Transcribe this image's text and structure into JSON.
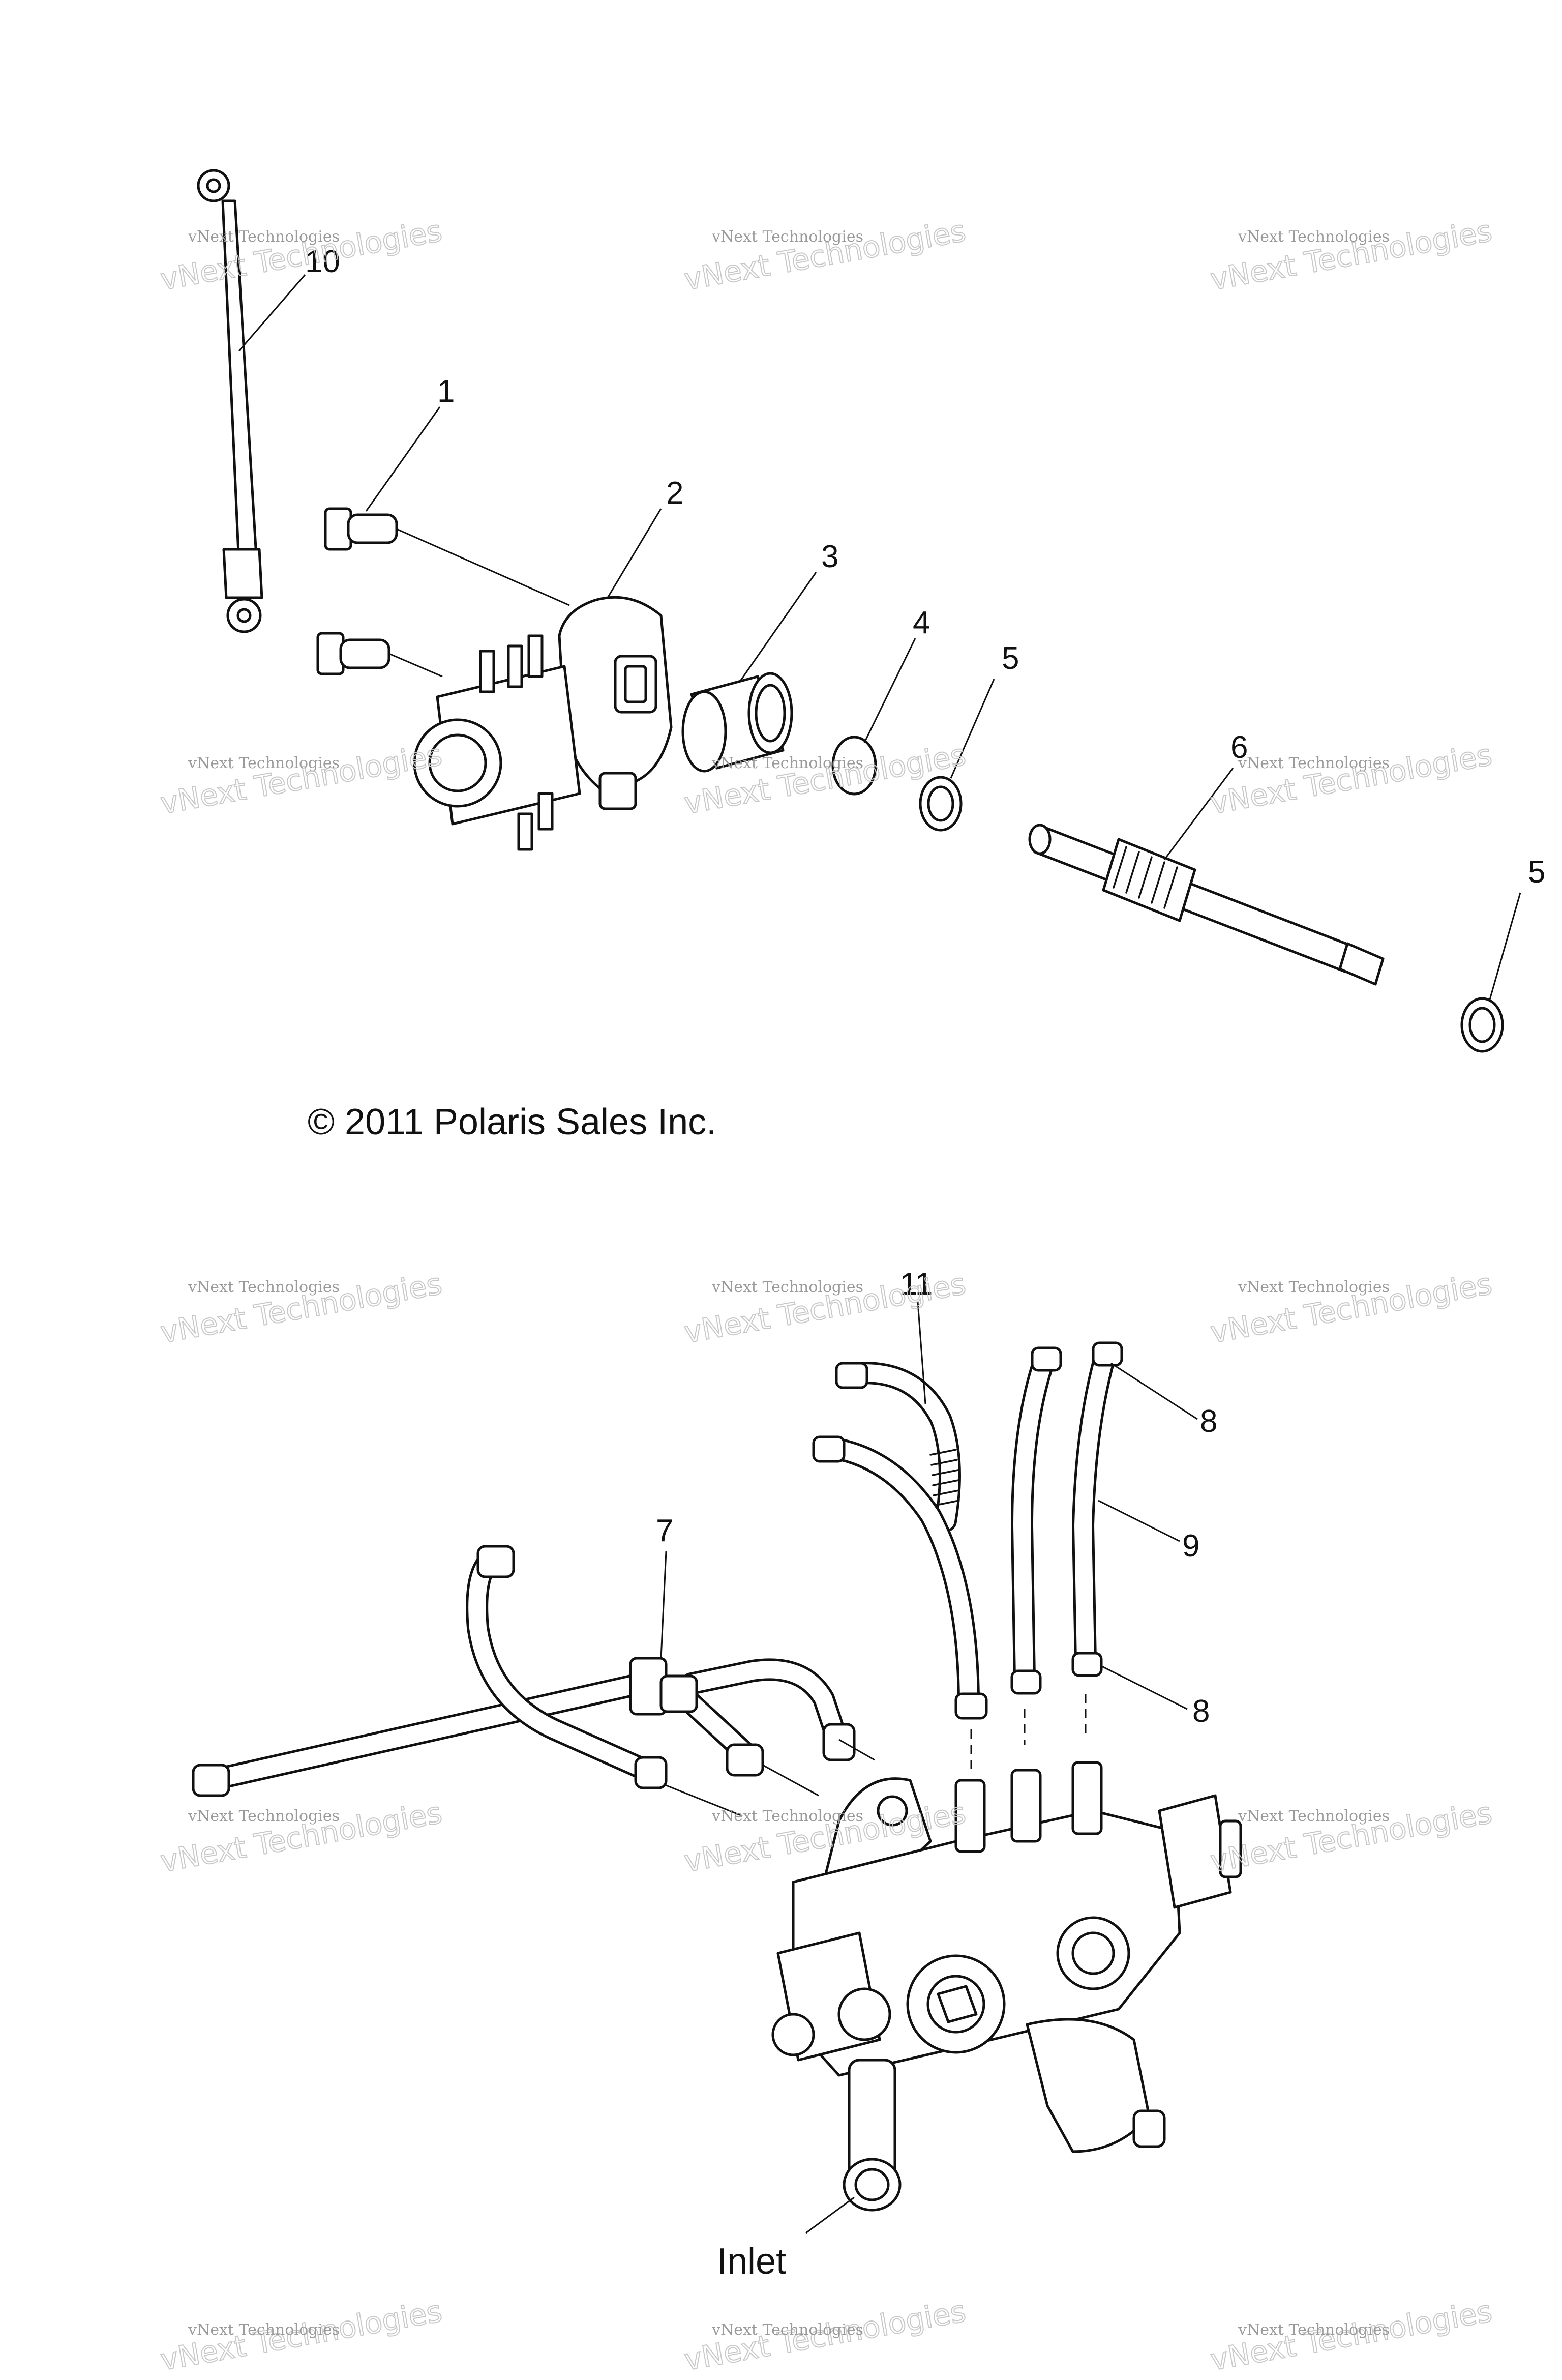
{
  "callouts": {
    "c1": "1",
    "c2": "2",
    "c3": "3",
    "c4": "4",
    "c5a": "5",
    "c5b": "5",
    "c6": "6",
    "c7": "7",
    "c8a": "8",
    "c8b": "8",
    "c9": "9",
    "c10": "10",
    "c11": "11"
  },
  "copyright": "© 2011 Polaris Sales Inc.",
  "inlet_label": "Inlet",
  "watermark": {
    "small": "vNext Technologies",
    "big": "vNext Technologies"
  }
}
